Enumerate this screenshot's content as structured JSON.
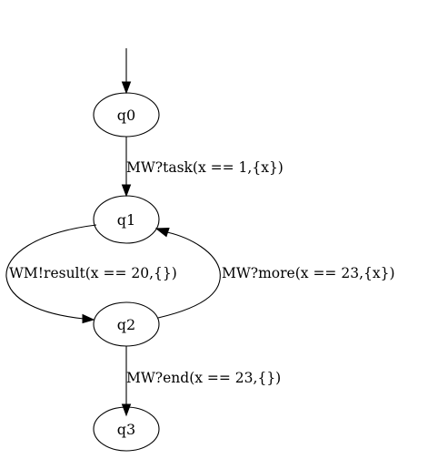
{
  "diagram": {
    "states": [
      {
        "id": "q0",
        "label": "q0"
      },
      {
        "id": "q1",
        "label": "q1"
      },
      {
        "id": "q2",
        "label": "q2"
      },
      {
        "id": "q3",
        "label": "q3"
      }
    ],
    "transitions": [
      {
        "from": "q0",
        "to": "q1",
        "label": "MW?task(x == 1,{x})"
      },
      {
        "from": "q1",
        "to": "q2",
        "label": "WM!result(x == 20,{})"
      },
      {
        "from": "q2",
        "to": "q1",
        "label": "MW?more(x == 23,{x})"
      },
      {
        "from": "q2",
        "to": "q3",
        "label": "MW?end(x == 23,{})"
      }
    ],
    "initial_state": "q0"
  }
}
